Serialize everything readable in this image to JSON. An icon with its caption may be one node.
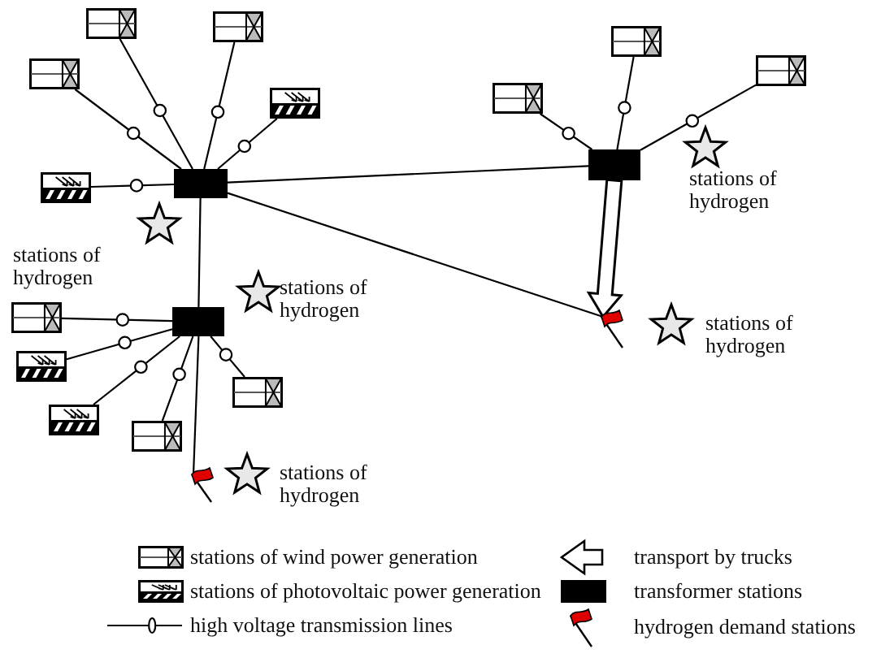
{
  "diagram": {
    "nodes": [
      {
        "text": [],
        "shape": "box"
      },
      {
        "text": [],
        "shape": "box"
      },
      {
        "text": [],
        "shape": "box"
      },
      {
        "text": [],
        "shape": "box"
      },
      {
        "text": [],
        "shape": "box"
      },
      {
        "text": [],
        "shape": "box"
      },
      {
        "text": [],
        "shape": "panel"
      },
      {
        "text": [],
        "shape": "block"
      },
      {
        "text": [],
        "shape": "star",
        "beside": [
          "stations of hydrogen"
        ]
      },
      {
        "text": [],
        "shape": "block"
      },
      {
        "text": [],
        "shape": "panel"
      },
      {
        "text": [],
        "shape": "star"
      },
      {
        "text": [],
        "shape": "star",
        "beside": [
          "stations of hydrogen"
        ]
      },
      {
        "text": [],
        "shape": "block"
      },
      {
        "text": [],
        "shape": "box"
      },
      {
        "text": [],
        "shape": "flag"
      },
      {
        "text": [],
        "shape": "star",
        "beside": [
          "stations of hydrogen"
        ]
      },
      {
        "text": [],
        "shape": "panel"
      },
      {
        "text": [],
        "shape": "box"
      },
      {
        "text": [],
        "shape": "panel"
      },
      {
        "text": [],
        "shape": "box"
      },
      {
        "text": [],
        "shape": "flag"
      },
      {
        "text": [],
        "shape": "star",
        "beside": [
          "stations of hydrogen"
        ]
      }
    ],
    "edges": [
      {
        "from": 0,
        "to": 9,
        "arrow": "none"
      },
      {
        "from": 1,
        "to": 9,
        "arrow": "none"
      },
      {
        "from": 4,
        "to": 9,
        "arrow": "none"
      },
      {
        "from": 6,
        "to": 9,
        "arrow": "none"
      },
      {
        "from": 10,
        "to": 9,
        "arrow": "none"
      },
      {
        "from": 5,
        "to": 7,
        "arrow": "none"
      },
      {
        "from": 2,
        "to": 7,
        "arrow": "none"
      },
      {
        "from": 3,
        "to": 7,
        "arrow": "none"
      },
      {
        "from": 14,
        "to": 13,
        "arrow": "none"
      },
      {
        "from": 17,
        "to": 13,
        "arrow": "none"
      },
      {
        "from": 19,
        "to": 13,
        "arrow": "none"
      },
      {
        "from": 20,
        "to": 13,
        "arrow": "none"
      },
      {
        "from": 18,
        "to": 13,
        "arrow": "none"
      },
      {
        "from": 9,
        "to": 7,
        "arrow": "none"
      },
      {
        "from": 9,
        "to": 13,
        "arrow": "none"
      },
      {
        "from": 9,
        "to": 15,
        "arrow": "none"
      },
      {
        "from": 13,
        "to": 21,
        "arrow": "none"
      },
      {
        "from": 7,
        "to": 15,
        "arrow": "to",
        "style": "thick"
      }
    ],
    "labels": [
      "stations of hydrogen"
    ],
    "legend": [
      {
        "text": "stations of wind power generation"
      },
      {
        "text": "transport by trucks"
      },
      {
        "text": "stations of photovoltaic power generation"
      },
      {
        "text": "transformer stations",
        "color": "#000000"
      },
      {
        "text": "high voltage transmission lines"
      },
      {
        "text": "hydrogen demand stations"
      }
    ]
  }
}
